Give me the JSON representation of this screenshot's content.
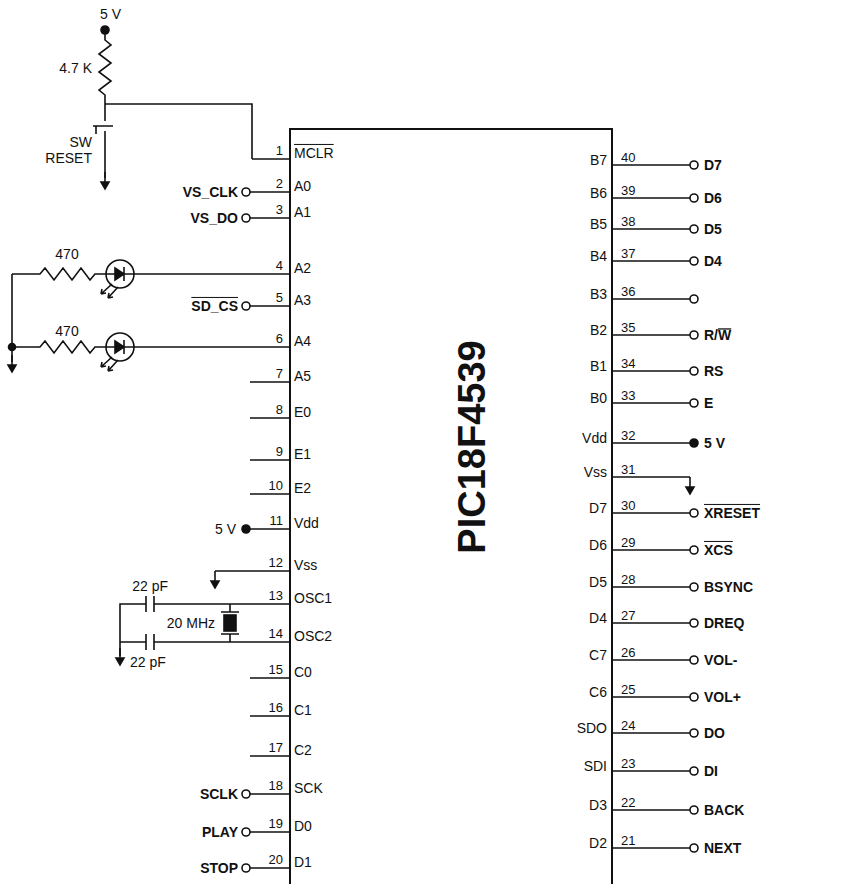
{
  "diagram": {
    "nodes": [
      {
        "text": [
          "PIC18F4539"
        ]
      }
    ],
    "labels": [
      "5 V",
      "4.7 K",
      "SW RESET",
      "1",
      "MCLR",
      "VS_CLK",
      "2",
      "A0",
      "VS_DO",
      "3",
      "A1",
      "470",
      "4",
      "A2",
      "SD_CS",
      "5",
      "A3",
      "470",
      "6",
      "A4",
      "7",
      "A5",
      "8",
      "E0",
      "9",
      "E1",
      "10",
      "E2",
      "5 V",
      "11",
      "Vdd",
      "12",
      "Vss",
      "22 pF",
      "13",
      "OSC1",
      "20 MHz",
      "14",
      "OSC2",
      "22 pF",
      "15",
      "C0",
      "16",
      "C1",
      "17",
      "C2",
      "SCLK",
      "18",
      "SCK",
      "PLAY",
      "19",
      "D0",
      "STOP",
      "20",
      "D1",
      "B7",
      "40",
      "D7",
      "B6",
      "39",
      "D6",
      "B5",
      "38",
      "D5",
      "B4",
      "37",
      "D4",
      "B3",
      "36",
      "B2",
      "35",
      "R/W",
      "B1",
      "34",
      "RS",
      "B0",
      "33",
      "E",
      "Vdd",
      "32",
      "5 V",
      "Vss",
      "31",
      "D7",
      "30",
      "XRESET",
      "D6",
      "29",
      "XCS",
      "D5",
      "28",
      "BSYNC",
      "D4",
      "27",
      "DREQ",
      "C7",
      "26",
      "VOL-",
      "C6",
      "25",
      "VOL+",
      "SDO",
      "24",
      "DO",
      "SDI",
      "23",
      "DI",
      "D3",
      "22",
      "BACK",
      "D2",
      "21",
      "NEXT"
    ]
  }
}
